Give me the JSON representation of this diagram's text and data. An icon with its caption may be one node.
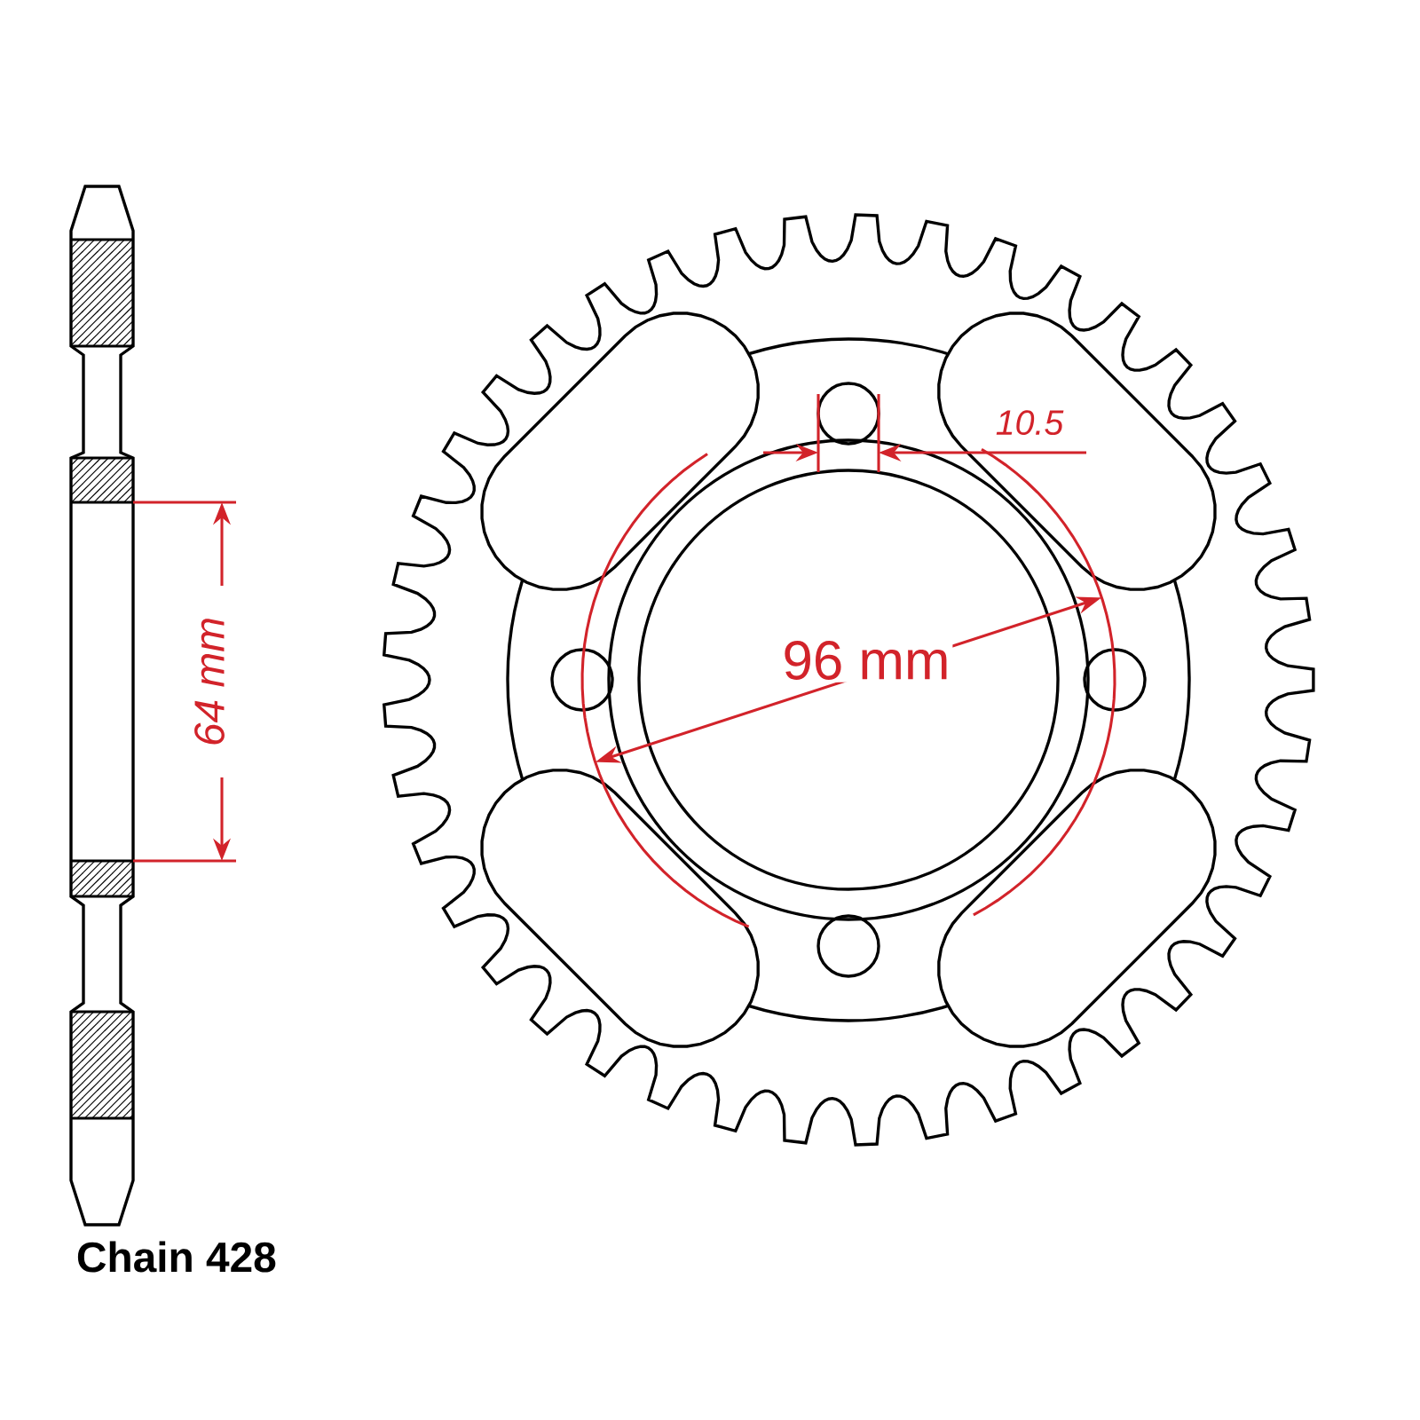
{
  "diagram": {
    "labels": [
      "10.5",
      "96 mm",
      "64 mm",
      "Chain 428"
    ]
  }
}
